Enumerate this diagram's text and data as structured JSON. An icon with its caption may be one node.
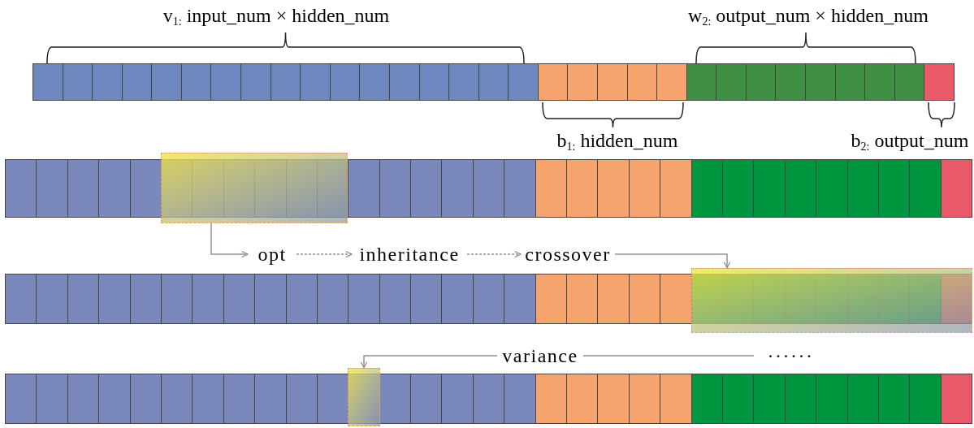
{
  "diagram": {
    "nodes": [
      {
        "text": [],
        "shape": "box"
      },
      {
        "text": [
          "opt"
        ]
      },
      {
        "text": [
          "inheritance"
        ]
      },
      {
        "text": [
          "crossover"
        ]
      },
      {
        "text": [],
        "shape": "box"
      },
      {
        "text": [
          "variance"
        ]
      },
      {
        "text": [],
        "shape": "box"
      },
      {
        "text": [
          "······"
        ]
      }
    ],
    "edges": [
      {
        "from": 0,
        "to": 1,
        "arrow": "to"
      },
      {
        "from": 1,
        "to": 2,
        "arrow": "to",
        "style": "dashed"
      },
      {
        "from": 2,
        "to": 3,
        "arrow": "to",
        "style": "dashed"
      },
      {
        "from": 3,
        "to": 4,
        "arrow": "to"
      },
      {
        "from": 5,
        "to": 6,
        "arrow": "to"
      },
      {
        "from": 7,
        "to": 5,
        "arrow": "none"
      }
    ],
    "labels": [
      "v$_{1:}$ input_num × hidden_num",
      "w$_{2:}$ output_num × hidden_num",
      "b$_{1:}$ hidden_num",
      "b$_{2:}$ output_num"
    ]
  }
}
